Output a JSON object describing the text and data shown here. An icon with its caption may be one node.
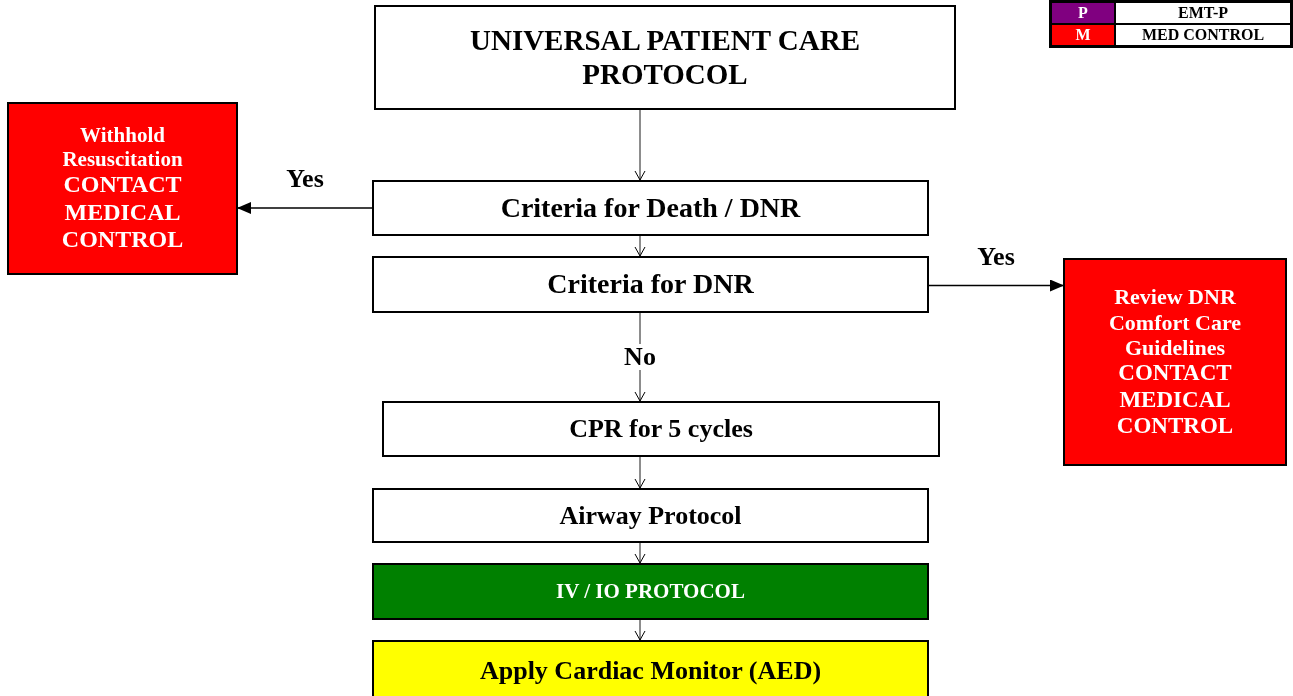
{
  "diagram": {
    "nodes": [
      {
        "text": [
          "UNIVERSAL PATIENT CARE PROTOCOL"
        ]
      },
      {
        "text": [
          "Withhold Resuscitation",
          "CONTACT MEDICAL CONTROL"
        ]
      },
      {
        "text": [
          "Criteria for Death / DNR"
        ]
      },
      {
        "text": [
          "Criteria for DNR"
        ]
      },
      {
        "text": [
          "Review DNR Comfort Care Guidelines",
          "CONTACT MEDICAL CONTROL"
        ]
      },
      {
        "text": [
          "CPR for 5 cycles"
        ]
      },
      {
        "text": [
          "Airway Protocol"
        ]
      },
      {
        "text": [
          "IV / IO PROTOCOL"
        ]
      },
      {
        "text": [
          "Apply Cardiac Monitor (AED)"
        ]
      }
    ],
    "edges": [
      {
        "from": 0,
        "to": 2,
        "arrow": "to"
      },
      {
        "from": 2,
        "to": 1,
        "arrow": "to",
        "label": "Yes"
      },
      {
        "from": 2,
        "to": 3,
        "arrow": "to"
      },
      {
        "from": 3,
        "to": 4,
        "arrow": "to",
        "label": "Yes"
      },
      {
        "from": 3,
        "to": 5,
        "arrow": "to",
        "label": "No"
      },
      {
        "from": 5,
        "to": 6,
        "arrow": "to"
      },
      {
        "from": 6,
        "to": 7,
        "arrow": "to"
      },
      {
        "from": 7,
        "to": 8,
        "arrow": "to"
      }
    ],
    "labels": [
      "P",
      "EMT-P",
      "M",
      "MED CONTROL"
    ]
  }
}
